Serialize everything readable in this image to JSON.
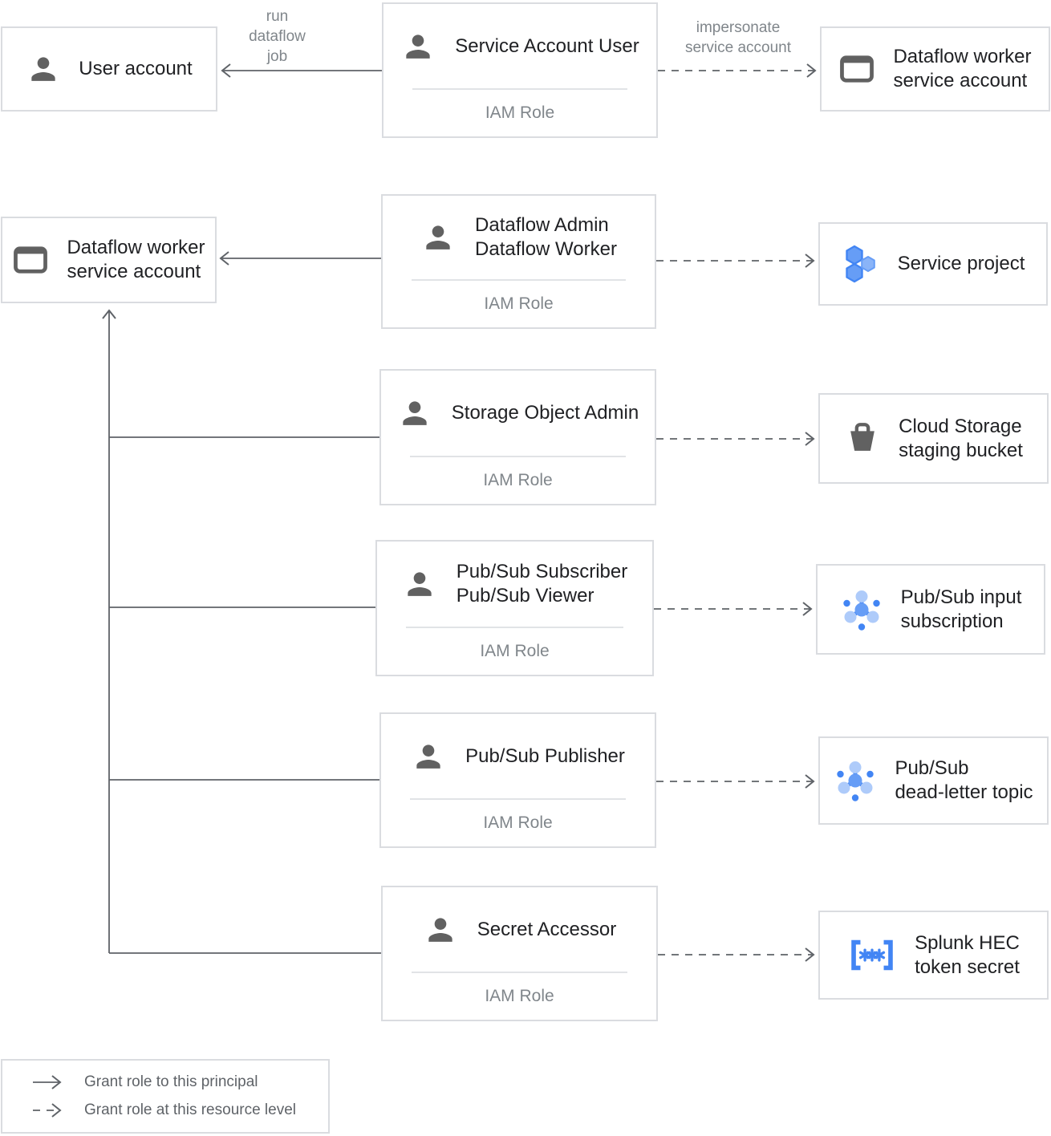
{
  "edge_labels": {
    "run_dataflow_job": [
      "run",
      "dataflow",
      "job"
    ],
    "impersonate": [
      "impersonate",
      "service account"
    ]
  },
  "principals": {
    "user_account": {
      "line1": "User account",
      "icon": "person-icon"
    },
    "dataflow_worker_sa": {
      "line1": "Dataflow worker",
      "line2": "service account",
      "icon": "service-account-icon"
    }
  },
  "roles": [
    {
      "line1": "Service Account User",
      "subtitle": "IAM Role",
      "icon": "person-icon"
    },
    {
      "line1": "Dataflow Admin",
      "line2": "Dataflow Worker",
      "subtitle": "IAM Role",
      "icon": "person-icon"
    },
    {
      "line1": "Storage Object Admin",
      "subtitle": "IAM Role",
      "icon": "person-icon"
    },
    {
      "line1": "Pub/Sub Subscriber",
      "line2": "Pub/Sub Viewer",
      "subtitle": "IAM Role",
      "icon": "person-icon"
    },
    {
      "line1": "Pub/Sub Publisher",
      "subtitle": "IAM Role",
      "icon": "person-icon"
    },
    {
      "line1": "Secret Accessor",
      "subtitle": "IAM Role",
      "icon": "person-icon"
    }
  ],
  "resources": [
    {
      "line1": "Dataflow worker",
      "line2": "service account",
      "icon": "service-account-icon"
    },
    {
      "line1": "Service project",
      "icon": "project-icon"
    },
    {
      "line1": "Cloud Storage",
      "line2": "staging bucket",
      "icon": "storage-bucket-icon"
    },
    {
      "line1": "Pub/Sub input",
      "line2": "subscription",
      "icon": "pubsub-icon"
    },
    {
      "line1": "Pub/Sub",
      "line2": "dead-letter topic",
      "icon": "pubsub-icon"
    },
    {
      "line1": "Splunk HEC",
      "line2": "token secret",
      "icon": "secret-manager-icon"
    }
  ],
  "legend": {
    "items": [
      {
        "arrow": "solid",
        "label": "Grant role to this principal"
      },
      {
        "arrow": "dashed",
        "label": "Grant role at this resource level"
      }
    ]
  },
  "colors": {
    "box_border": "#dadce0",
    "text": "#202124",
    "muted_text": "#80868b",
    "line": "#5f6368",
    "icon_gray": "#616161",
    "blue": "#4285f4",
    "mid_blue": "#669df6",
    "light_blue": "#aecbfa"
  }
}
